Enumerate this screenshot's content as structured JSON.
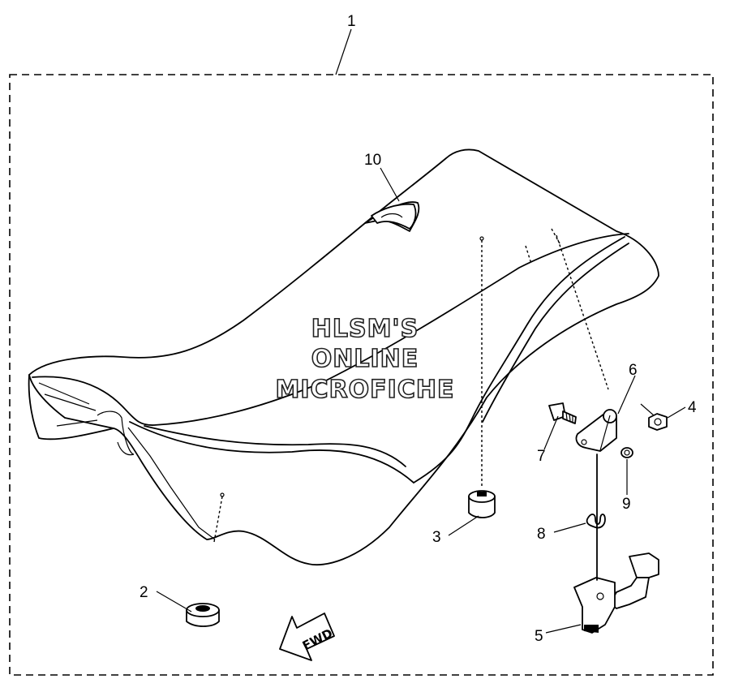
{
  "diagram": {
    "watermark": [
      "HLSM'S",
      "ONLINE",
      "MICROFICHE"
    ],
    "fwd_label": "FWD",
    "callouts": [
      {
        "id": "c1",
        "label": "1"
      },
      {
        "id": "c2",
        "label": "2"
      },
      {
        "id": "c3",
        "label": "3"
      },
      {
        "id": "c4",
        "label": "4"
      },
      {
        "id": "c5",
        "label": "5"
      },
      {
        "id": "c6",
        "label": "6"
      },
      {
        "id": "c7",
        "label": "7"
      },
      {
        "id": "c8",
        "label": "8"
      },
      {
        "id": "c9",
        "label": "9"
      },
      {
        "id": "c10",
        "label": "10"
      }
    ]
  }
}
